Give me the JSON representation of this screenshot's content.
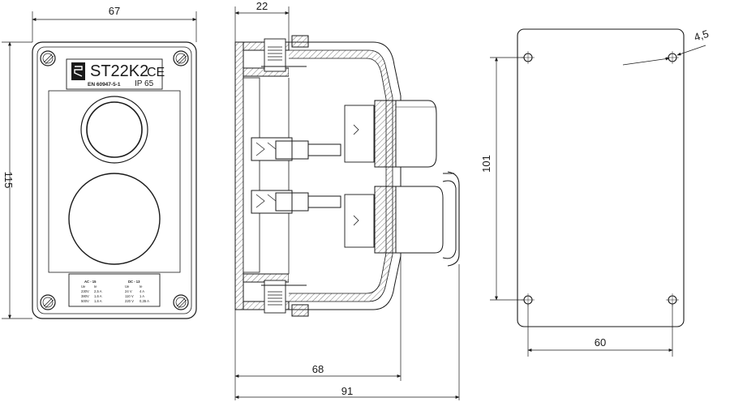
{
  "front_view": {
    "brand_model": "ST22K2",
    "ce_mark": "CE",
    "standard": "EN 60947-5-1",
    "ip_rating": "IP 65",
    "rating_label": {
      "ac_title": "AC - 15",
      "dc_title": "DC - 13",
      "ac_col_ue": "Ue",
      "ac_col_ie": "Ie",
      "dc_col_ue": "Ue",
      "dc_col_ie": "Ie",
      "rows": [
        {
          "ac_ue": "230V",
          "ac_ie": "2,5 A",
          "dc_ue": "24 V",
          "dc_ie": "4 A"
        },
        {
          "ac_ue": "380V",
          "ac_ie": "1,6 A",
          "dc_ue": "110 V",
          "dc_ie": "1 A"
        },
        {
          "ac_ue": "500V",
          "ac_ie": "1,6 A",
          "dc_ue": "220 V",
          "dc_ie": "0,35 A"
        }
      ]
    }
  },
  "dimensions": {
    "width_front": "67",
    "height_front": "115",
    "depth_lid": "22",
    "depth_body": "68",
    "depth_total": "91",
    "mount_height": "101",
    "mount_width": "60",
    "hole_diameter": "4,5"
  },
  "colors": {
    "line": "#1a1a1a",
    "hatch": "#555555"
  }
}
